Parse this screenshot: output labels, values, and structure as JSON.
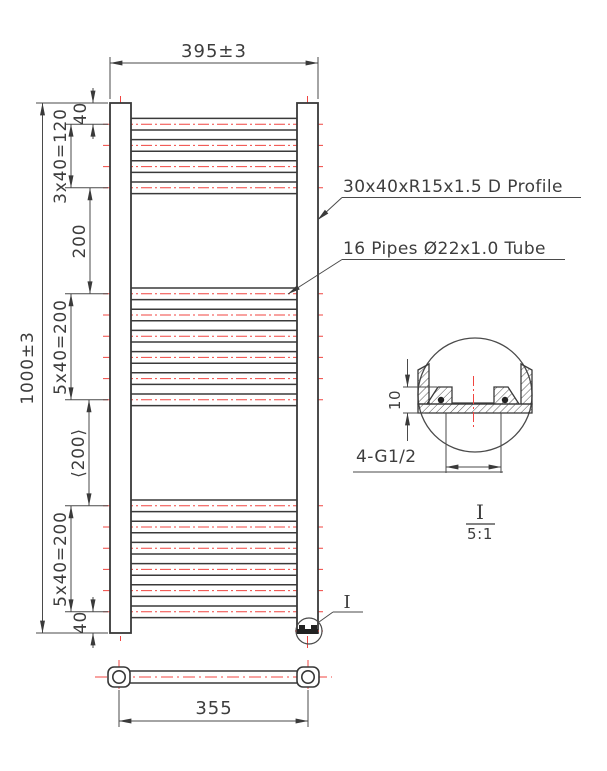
{
  "front_view": {
    "width_dim": "395±3",
    "height_dim": "1000±3",
    "seg_top_40": "40",
    "seg_group1": "3x40=120",
    "seg_gap1": "200",
    "seg_group2": "5x40=200",
    "seg_gap2": "⟨200⟩",
    "seg_group3": "5x40=200",
    "seg_bottom_40": "40",
    "label_profile": "30x40xR15x1.5 D Profile",
    "label_pipes": "16 Pipes Ø22x1.0 Tube",
    "detail_marker": "I"
  },
  "detail_view": {
    "height_dim": "10",
    "thread_label": "4-G1/2",
    "view_id": "I",
    "view_scale": "5:1"
  },
  "bottom_view": {
    "centers_dim": "355"
  },
  "pipes": {
    "count": 16,
    "groups": [
      4,
      6,
      6
    ],
    "pitch_mm": 40,
    "group_gap_mm": 200
  },
  "colors": {
    "line": "#3a3a3a",
    "centerline_red": "#f04540",
    "background": "#ffffff"
  }
}
